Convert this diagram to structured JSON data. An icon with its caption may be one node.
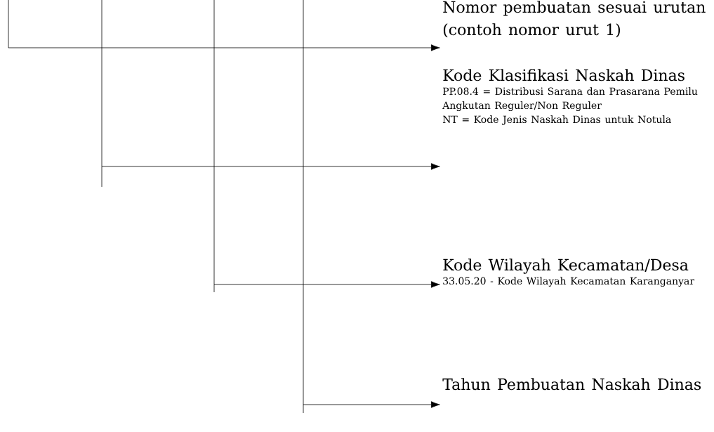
{
  "diagram": {
    "nodes": [
      {
        "text": [
          "Nomor pembuatan sesuai urutan (contoh nomor urut 1)"
        ]
      },
      {
        "text": [
          "Kode Klasifikasi Naskah Dinas",
          "PP.08.4 = Distribusi Sarana dan Prasarana Pemilu Angkutan Reguler/Non Reguler",
          "NT = Kode Jenis Naskah Dinas untuk Notula"
        ]
      },
      {
        "text": [
          "Kode Wilayah Kecamatan/Desa",
          "33.05.20 - Kode Wilayah Kecamatan Karanganyar"
        ]
      },
      {
        "text": [
          "Tahun Pembuatan Naskah Dinas"
        ]
      }
    ],
    "edges": [
      {
        "from": null,
        "to": 0,
        "arrow": "to"
      },
      {
        "from": null,
        "to": 1,
        "arrow": "to"
      },
      {
        "from": null,
        "to": 2,
        "arrow": "to"
      },
      {
        "from": null,
        "to": 3,
        "arrow": "to"
      }
    ]
  }
}
